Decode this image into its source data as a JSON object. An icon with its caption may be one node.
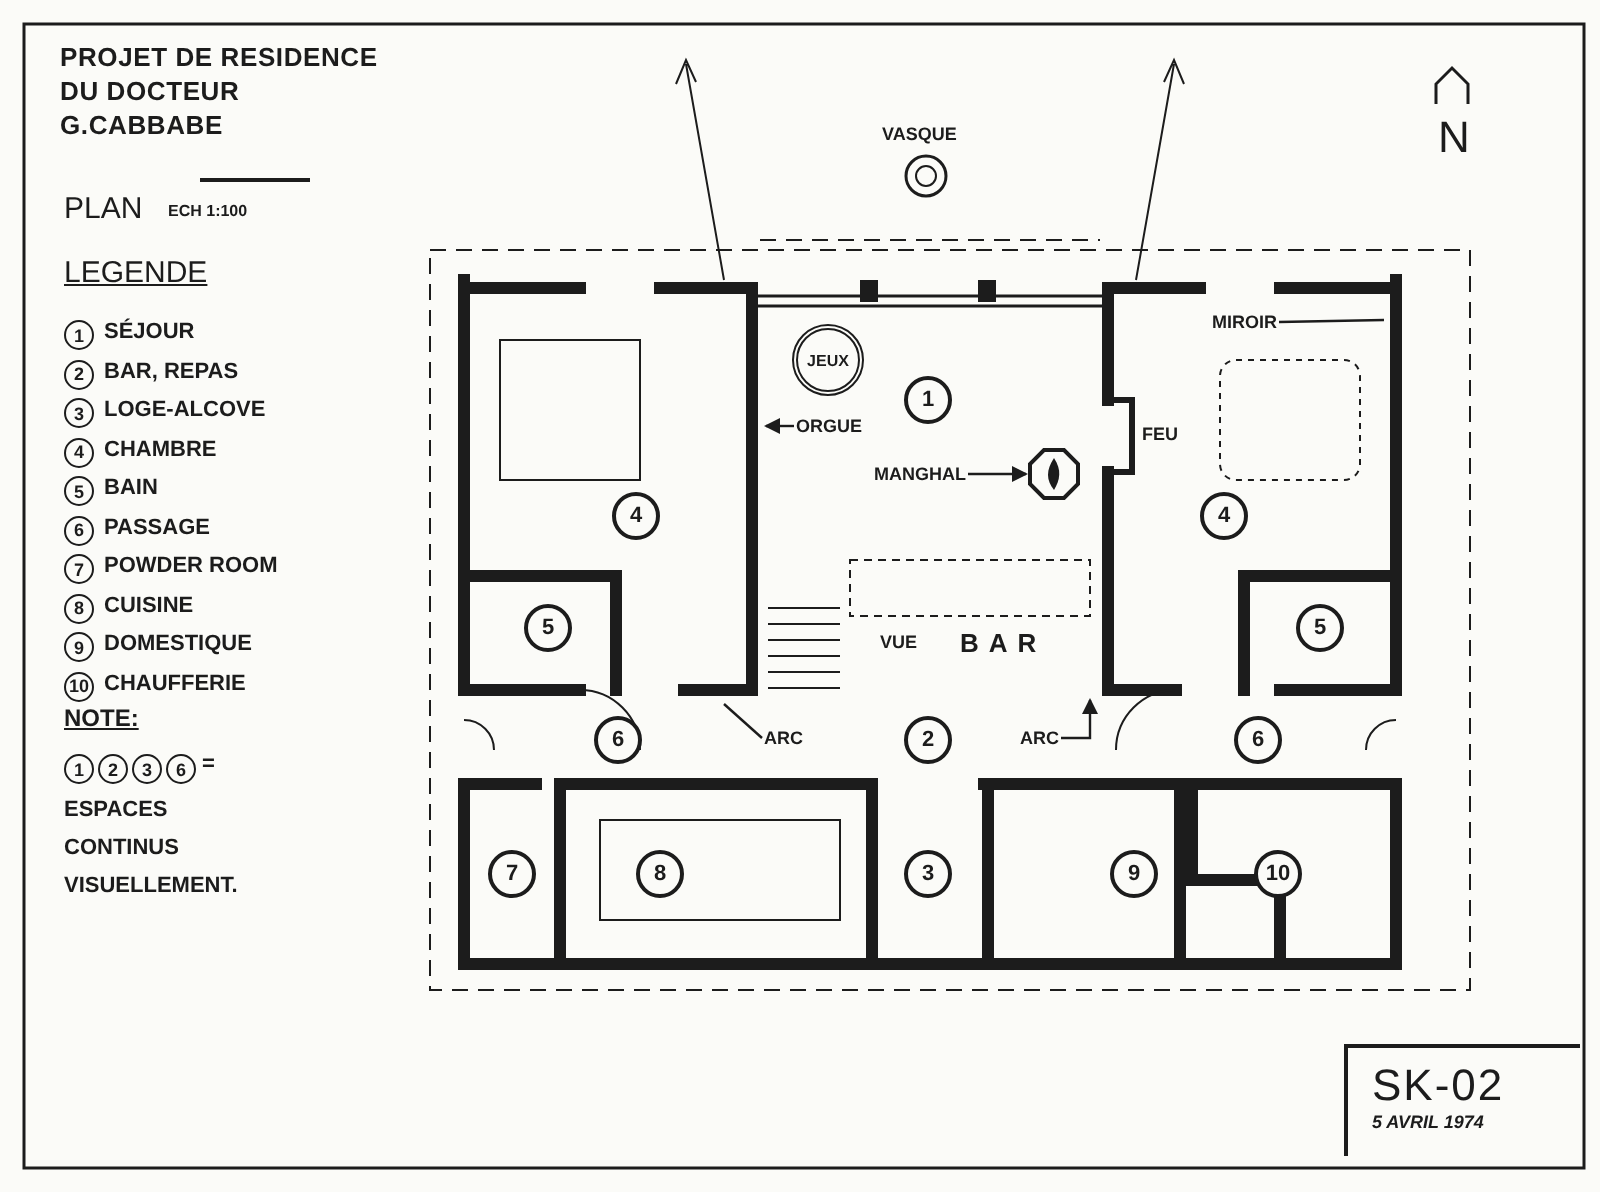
{
  "diagram": {
    "title": "PROJET DE RESIDENCE DU DOCTEUR G.CABBABE",
    "nodes": [
      {
        "text": [
          "JEUX"
        ]
      },
      {
        "text": [
          "ORGUE"
        ]
      },
      {
        "text": [
          "MANGHAL"
        ]
      },
      {
        "text": [],
        "shape": "picture"
      },
      {
        "text": [
          "MIROIR"
        ]
      },
      {
        "text": [
          "ARC"
        ]
      },
      {
        "text": [
          "ARC"
        ]
      },
      {
        "text": [
          "SK-02",
          "5 AVRIL 1974"
        ]
      }
    ],
    "edges": [
      {
        "from": 1,
        "to": null,
        "arrow": "to"
      },
      {
        "from": 2,
        "to": 3,
        "arrow": "to"
      },
      {
        "from": 4,
        "to": null,
        "arrow": "none"
      },
      {
        "from": 5,
        "to": null,
        "arrow": "none"
      },
      {
        "from": 6,
        "to": null,
        "arrow": "to"
      }
    ],
    "labels": [
      "PLAN",
      "ECH 1:100",
      "LEGENDE",
      "1",
      "SÉJOUR",
      "2",
      "BAR, REPAS",
      "3",
      "LOGE-ALCOVE",
      "4",
      "CHAMBRE",
      "5",
      "BAIN",
      "6",
      "PASSAGE",
      "7",
      "POWDER ROOM",
      "8",
      "CUISINE",
      "9",
      "DOMESTIQUE",
      "10",
      "CHAUFFERIE",
      "NOTE:",
      "1",
      "2",
      "3",
      "6",
      "=",
      "ESPACES CONTINUS VISUELLEMENT.",
      "N",
      "VASQUE",
      "1",
      "FEU",
      "4",
      "4",
      "5",
      "5",
      "VUE",
      "BAR",
      "6",
      "2",
      "6",
      "7",
      "8",
      "3",
      "9",
      "10"
    ]
  }
}
